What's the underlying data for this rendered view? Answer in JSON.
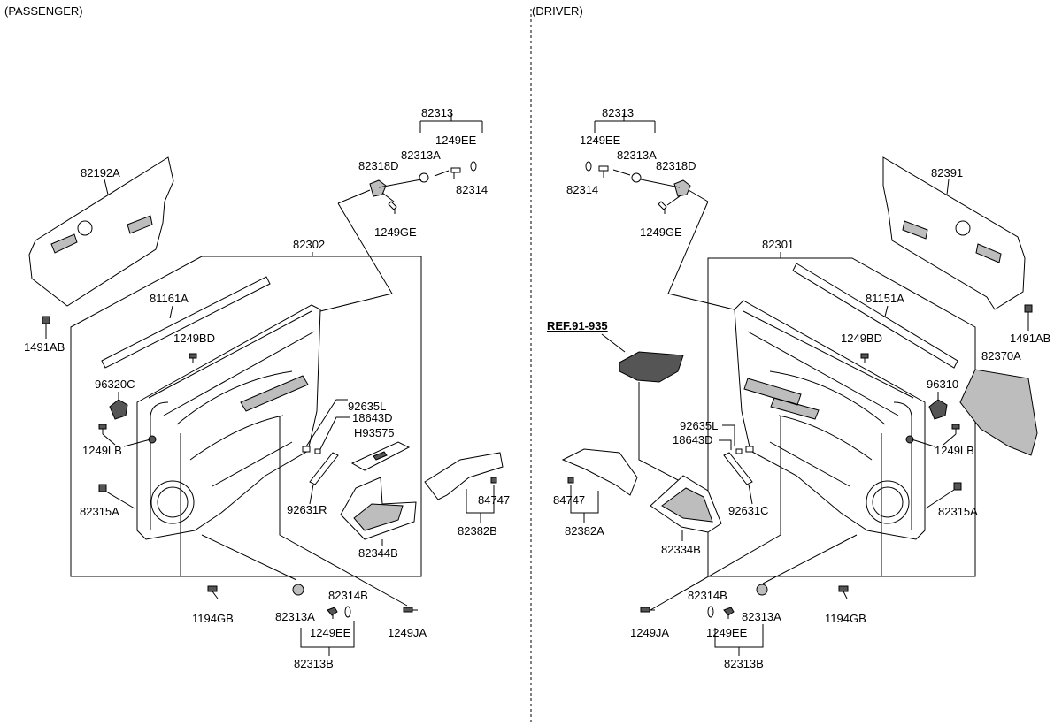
{
  "diagram": {
    "divider_note": "",
    "sections": {
      "passenger": {
        "title": "(PASSENGER)"
      },
      "driver": {
        "title": "(DRIVER)"
      }
    },
    "labels": {
      "p_82313": "82313",
      "p_1249EE_top": "1249EE",
      "p_82313A_top": "82313A",
      "p_82318D": "82318D",
      "p_82314_top": "82314",
      "p_1249GE": "1249GE",
      "p_82192A": "82192A",
      "p_82302": "82302",
      "p_81161A": "81161A",
      "p_1491AB": "1491AB",
      "p_1249BD": "1249BD",
      "p_96320C": "96320C",
      "p_1249LB": "1249LB",
      "p_82315A": "82315A",
      "p_92635L": "92635L",
      "p_18643D": "18643D",
      "p_H93575": "H93575",
      "p_92631R": "92631R",
      "p_82344B": "82344B",
      "p_84747": "84747",
      "p_82382B": "82382B",
      "p_1194GB": "1194GB",
      "p_82313A_bot": "82313A",
      "p_82314B": "82314B",
      "p_1249EE_bot": "1249EE",
      "p_1249JA": "1249JA",
      "p_82313B": "82313B",
      "d_82313": "82313",
      "d_1249EE_top": "1249EE",
      "d_82313A_top": "82313A",
      "d_82318D": "82318D",
      "d_82314_top": "82314",
      "d_1249GE": "1249GE",
      "d_82391": "82391",
      "d_82301": "82301",
      "d_81151A": "81151A",
      "d_1491AB": "1491AB",
      "d_REF": "REF.91-935",
      "d_1249BD": "1249BD",
      "d_96310": "96310",
      "d_82370A": "82370A",
      "d_1249LB": "1249LB",
      "d_82315A": "82315A",
      "d_92635L": "92635L",
      "d_18643D": "18643D",
      "d_92631C": "92631C",
      "d_82334B": "82334B",
      "d_84747": "84747",
      "d_82382A": "82382A",
      "d_1249JA": "1249JA",
      "d_82314B": "82314B",
      "d_82313A_bot": "82313A",
      "d_1194GB": "1194GB",
      "d_1249EE_bot": "1249EE",
      "d_82313B": "82313B"
    }
  }
}
